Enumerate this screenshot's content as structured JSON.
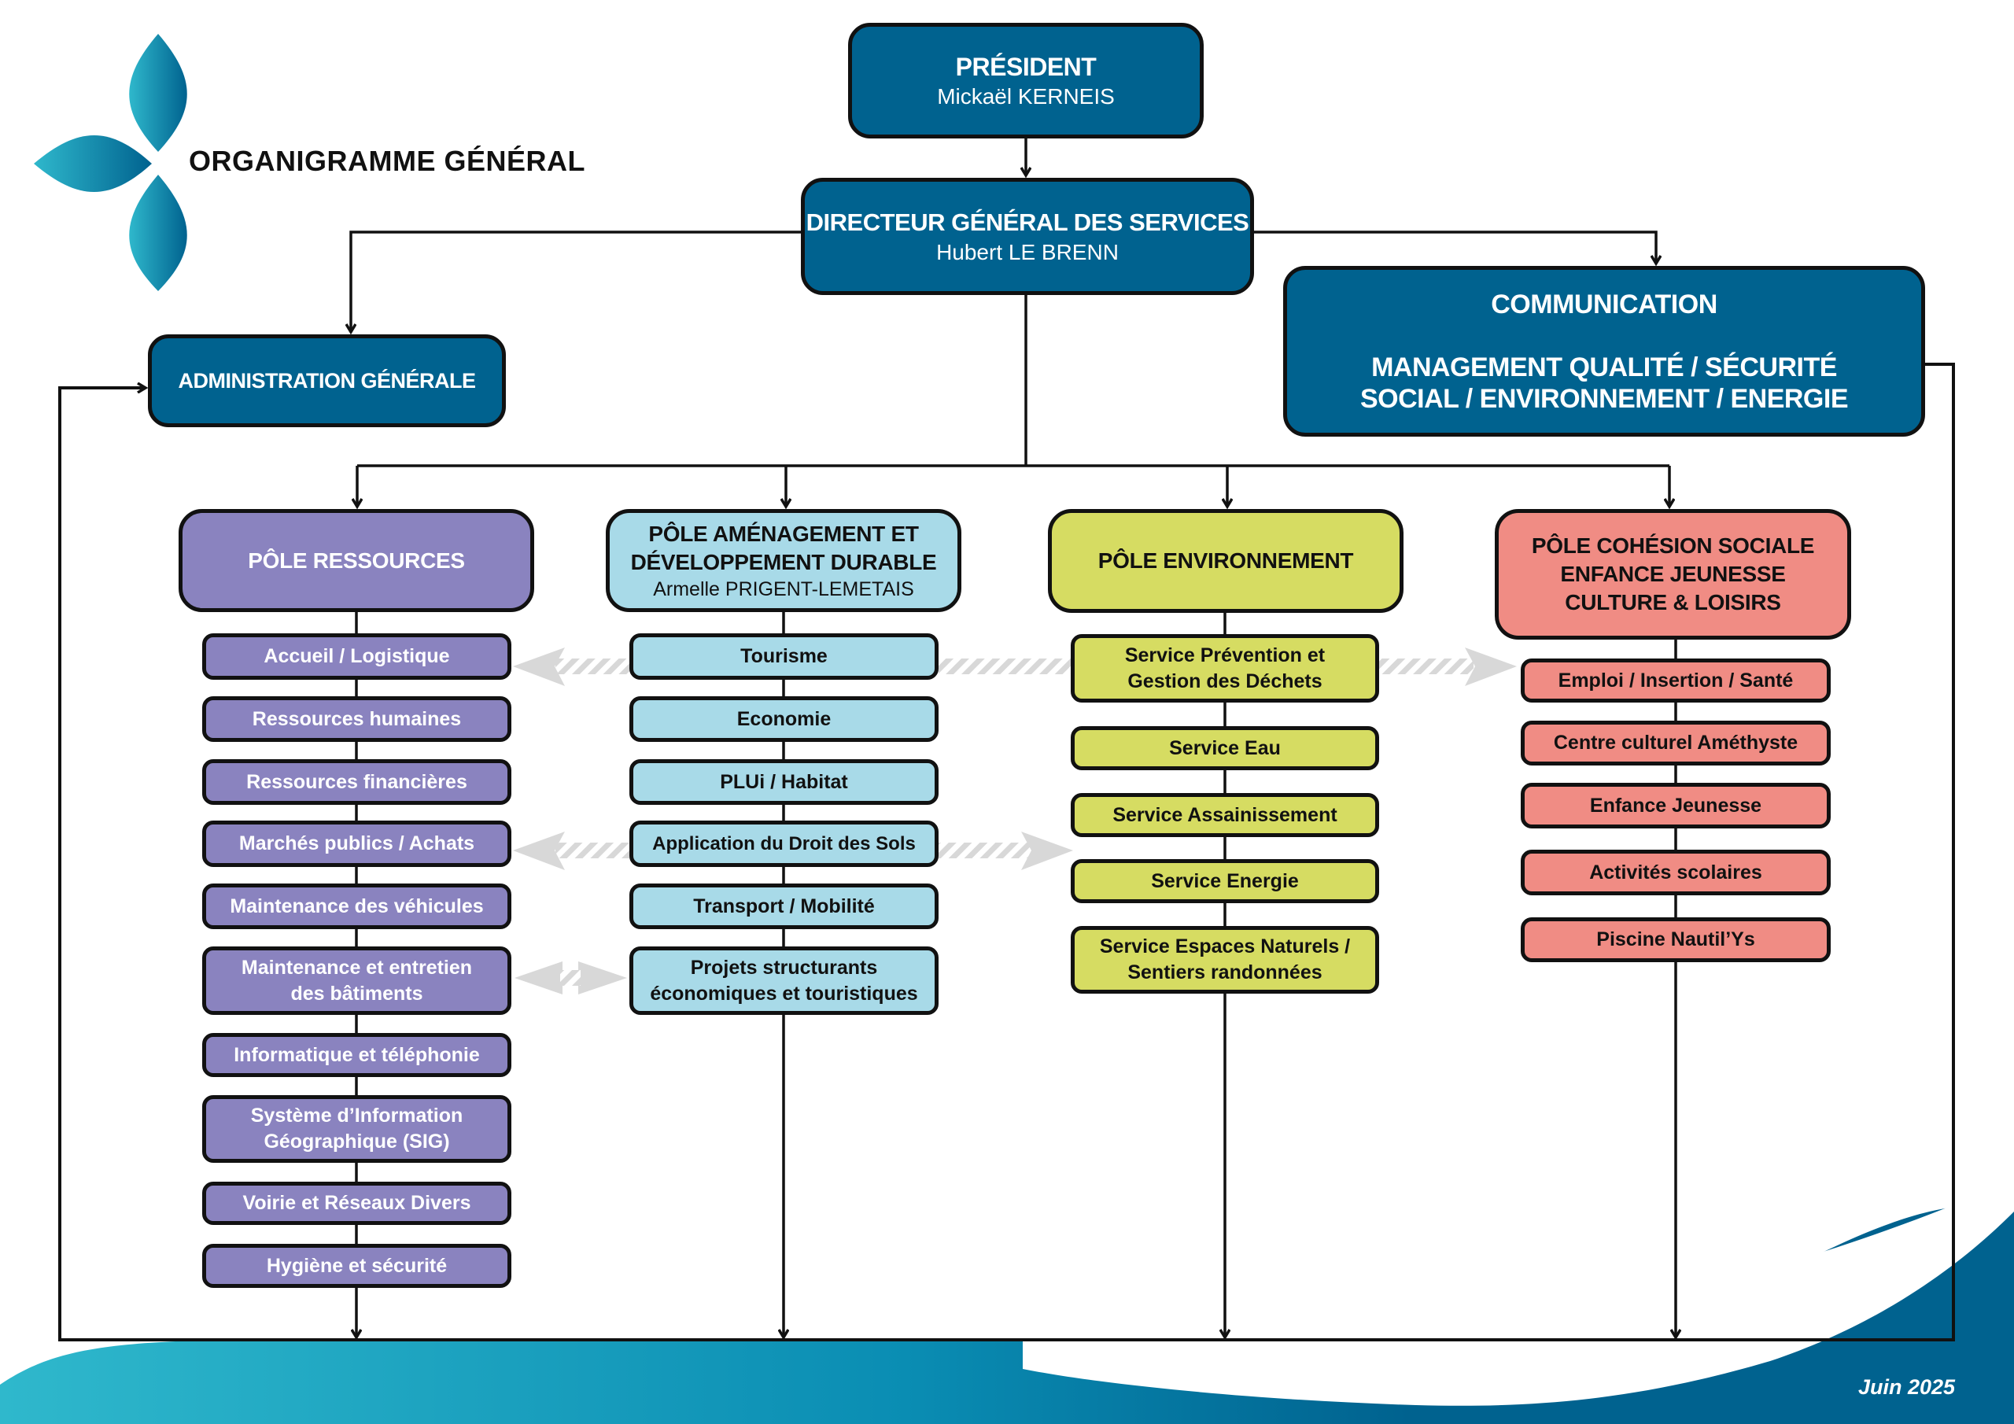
{
  "title": "ORGANIGRAMME GÉNÉRAL",
  "date": "Juin 2025",
  "colors": {
    "dark_blue": "#00628f",
    "pole_ressources": "#8a83bf",
    "pole_amenagement": "#a8dae8",
    "pole_environnement": "#d6dc62",
    "pole_cohesion": "#f08c84",
    "transversal_arrow": "#d8d8d8"
  },
  "president": {
    "title": "PRÉSIDENT",
    "name": "Mickaël KERNEIS"
  },
  "dgs": {
    "title": "DIRECTEUR GÉNÉRAL DES SERVICES",
    "name": "Hubert LE BRENN"
  },
  "administration": {
    "title": "ADMINISTRATION GÉNÉRALE"
  },
  "communication": {
    "title": "COMMUNICATION",
    "line1": "MANAGEMENT QUALITÉ / SÉCURITÉ",
    "line2": "SOCIAL / ENVIRONNEMENT / ENERGIE"
  },
  "poles": [
    {
      "title": "PÔLE RESSOURCES",
      "services": [
        "Accueil / Logistique",
        "Ressources humaines",
        "Ressources financières",
        "Marchés publics / Achats",
        "Maintenance des véhicules",
        "Maintenance et entretien des bâtiments",
        "Informatique et téléphonie",
        "Système d’Information Géographique (SIG)",
        "Voirie et Réseaux Divers",
        "Hygiène et sécurité"
      ]
    },
    {
      "title_line1": "PÔLE AMÉNAGEMENT ET",
      "title_line2": "DÉVELOPPEMENT DURABLE",
      "name": "Armelle PRIGENT-LEMETAIS",
      "services": [
        "Tourisme",
        "Economie",
        "PLUi / Habitat",
        "Application du Droit des Sols",
        "Transport / Mobilité",
        "Projets structurants économiques et touristiques"
      ]
    },
    {
      "title": "PÔLE ENVIRONNEMENT",
      "services": [
        "Service Prévention et Gestion des Déchets",
        "Service Eau",
        "Service Assainissement",
        "Service Energie",
        "Service Espaces Naturels / Sentiers randonnées"
      ]
    },
    {
      "title_line1": "PÔLE COHÉSION SOCIALE",
      "title_line2": "ENFANCE JEUNESSE",
      "title_line3": "CULTURE & LOISIRS",
      "services": [
        "Emploi / Insertion / Santé",
        "Centre culturel Améthyste",
        "Enfance Jeunesse",
        "Activités scolaires",
        "Piscine Nautil’Ys"
      ]
    }
  ]
}
